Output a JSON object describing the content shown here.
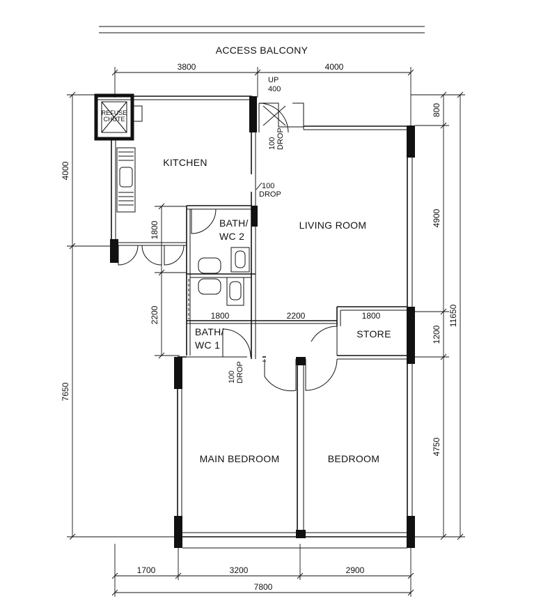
{
  "header": {
    "access_balcony": "ACCESS BALCONY"
  },
  "rooms": {
    "kitchen": "KITCHEN",
    "living_room": "LIVING ROOM",
    "bath_wc2_line1": "BATH/",
    "bath_wc2_line2": "WC 2",
    "bath_wc1_line1": "BATH/",
    "bath_wc1_line2": "WC 1",
    "store": "STORE",
    "main_bedroom": "MAIN BEDROOM",
    "bedroom": "BEDROOM",
    "refuse_chute_line1": "REFUSE",
    "refuse_chute_line2": "CHUTE"
  },
  "notes": {
    "up": "UP",
    "up_400": "400",
    "drop_100": "100",
    "drop": "DROP"
  },
  "dimensions": {
    "top": [
      "3800",
      "4000"
    ],
    "bottom": [
      "1700",
      "3200",
      "2900"
    ],
    "bottom_total": "7800",
    "left": [
      "4000",
      "7650"
    ],
    "left_inner": [
      "1800",
      "2200"
    ],
    "right": [
      "800",
      "4900",
      "1200",
      "4750"
    ],
    "right_total": "11650",
    "bath_row": [
      "1800",
      "2200",
      "1800"
    ]
  }
}
